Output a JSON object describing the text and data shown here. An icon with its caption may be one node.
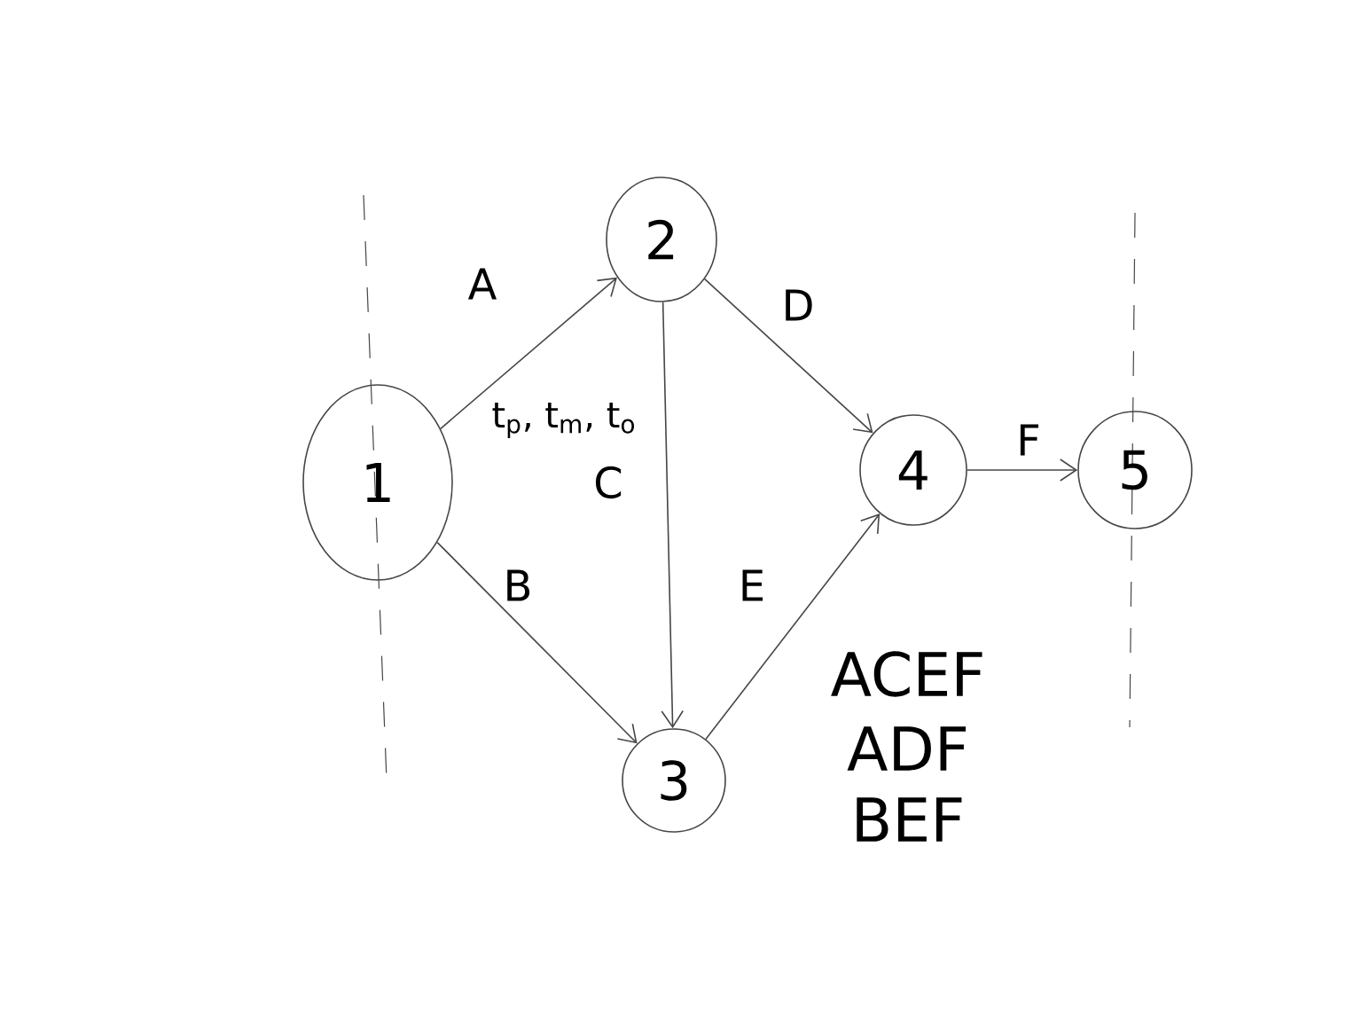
{
  "diagram": {
    "nodes": [
      {
        "text": [
          "1"
        ]
      },
      {
        "text": [
          "2"
        ]
      },
      {
        "text": [
          "3"
        ]
      },
      {
        "text": [
          "4"
        ]
      },
      {
        "text": [
          "5"
        ]
      }
    ],
    "edges": [
      {
        "from": 0,
        "to": 1,
        "arrow": "to",
        "label": "A"
      },
      {
        "from": 0,
        "to": 2,
        "arrow": "to",
        "label": "B"
      },
      {
        "from": 1,
        "to": 2,
        "arrow": "to",
        "label": "C"
      },
      {
        "from": 1,
        "to": 3,
        "arrow": "to",
        "label": "D"
      },
      {
        "from": 2,
        "to": 3,
        "arrow": "to",
        "label": "E"
      },
      {
        "from": 3,
        "to": 4,
        "arrow": "to",
        "label": "F"
      }
    ],
    "labels": [
      "t$_{p}$, t$_{m}$, t$_{o}$",
      "ACEF",
      "ADF",
      "BEF"
    ]
  }
}
